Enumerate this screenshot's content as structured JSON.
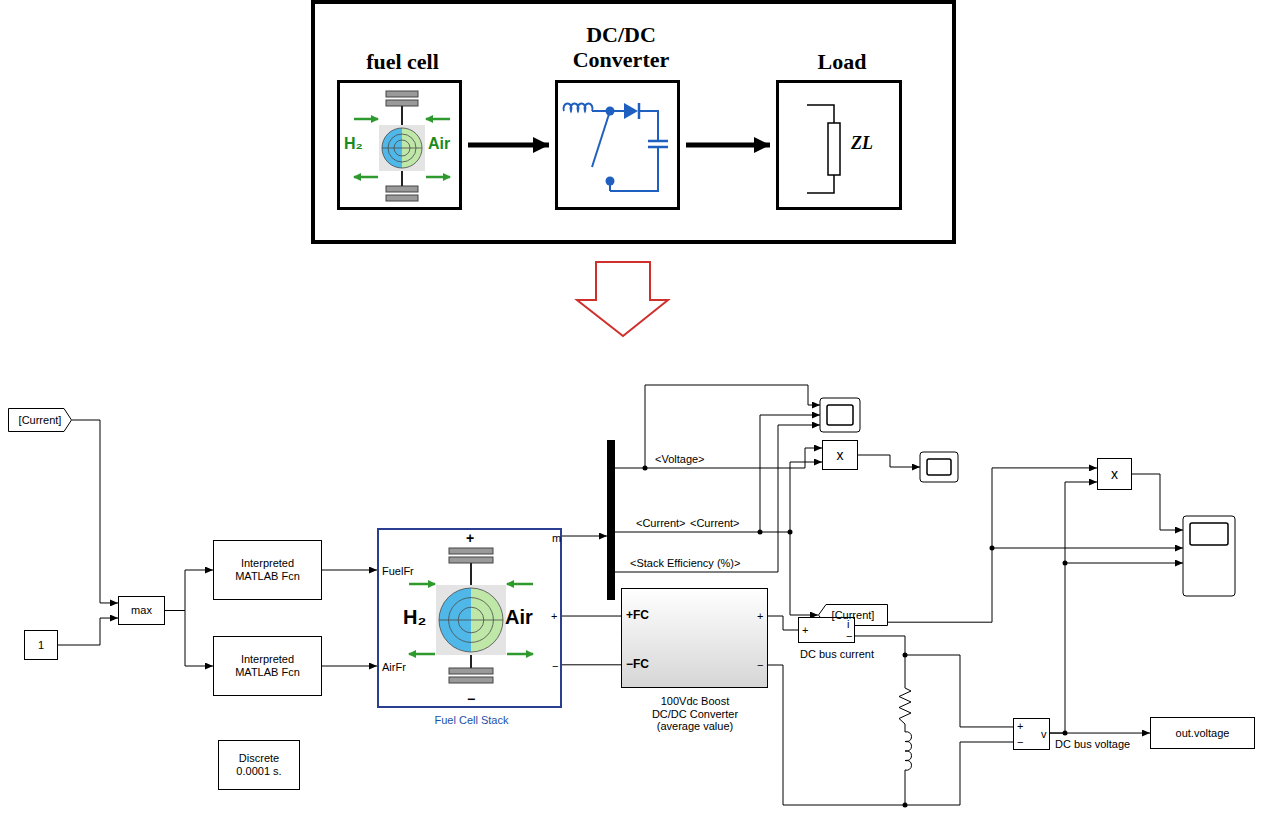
{
  "diagram": {
    "nodes": [
      {
        "text": [
          "fuel cell",
          "H₂",
          "Air"
        ]
      },
      {
        "text": [
          "DC/DC Converter"
        ]
      },
      {
        "text": [
          "Load",
          "ZL"
        ]
      },
      {
        "text": [
          "[Current]"
        ]
      },
      {
        "text": [
          "1"
        ]
      },
      {
        "text": [
          "max"
        ]
      },
      {
        "text": [
          "Interpreted MATLAB Fcn"
        ]
      },
      {
        "text": [
          "Interpreted MATLAB Fcn"
        ]
      },
      {
        "text": [
          "+",
          "m",
          "FuelFr",
          "H₂",
          "Air",
          "+",
          "AirFr",
          "−",
          "−",
          "Fuel Cell Stack"
        ]
      },
      {
        "text": [
          "x"
        ]
      },
      {
        "text": [
          "[Current]"
        ]
      },
      {
        "text": [
          "+FC",
          "−FC",
          "+",
          "−",
          "100Vdc Boost DC/DC Converter (average value)"
        ]
      },
      {
        "text": [
          "+",
          "i",
          "−"
        ]
      },
      {
        "text": [
          "x"
        ]
      },
      {
        "text": [
          "+",
          "v",
          "−"
        ]
      },
      {
        "text": [
          "out.voltage"
        ]
      },
      {
        "text": [
          "Discrete 0.0001 s."
        ]
      }
    ],
    "edges": [
      {
        "from": 0,
        "to": 1,
        "arrow": "to"
      },
      {
        "from": 1,
        "to": 2,
        "arrow": "to"
      },
      {
        "from": 3,
        "to": 5,
        "arrow": "to"
      },
      {
        "from": 4,
        "to": 5,
        "arrow": "to"
      },
      {
        "from": 5,
        "to": 6,
        "arrow": "to"
      },
      {
        "from": 5,
        "to": 7,
        "arrow": "to"
      },
      {
        "from": 6,
        "to": 8,
        "arrow": "to"
      },
      {
        "from": 7,
        "to": 8,
        "arrow": "to"
      },
      {
        "from": 8,
        "to": 11,
        "arrow": "none"
      },
      {
        "from": 8,
        "to": 11,
        "arrow": "none"
      },
      {
        "from": 11,
        "to": 12,
        "arrow": "none"
      },
      {
        "from": 12,
        "to": 13,
        "arrow": "to"
      },
      {
        "from": 12,
        "to": 14,
        "arrow": "none"
      },
      {
        "from": 14,
        "to": 13,
        "arrow": "to"
      },
      {
        "from": 14,
        "to": 15,
        "arrow": "to"
      },
      {
        "from": 11,
        "to": 14,
        "arrow": "none"
      }
    ],
    "labels": [
      "<Voltage>",
      "<Current>",
      "<Current>",
      "<Stack Efficiency (%)>",
      "DC bus current",
      "DC bus voltage"
    ]
  }
}
